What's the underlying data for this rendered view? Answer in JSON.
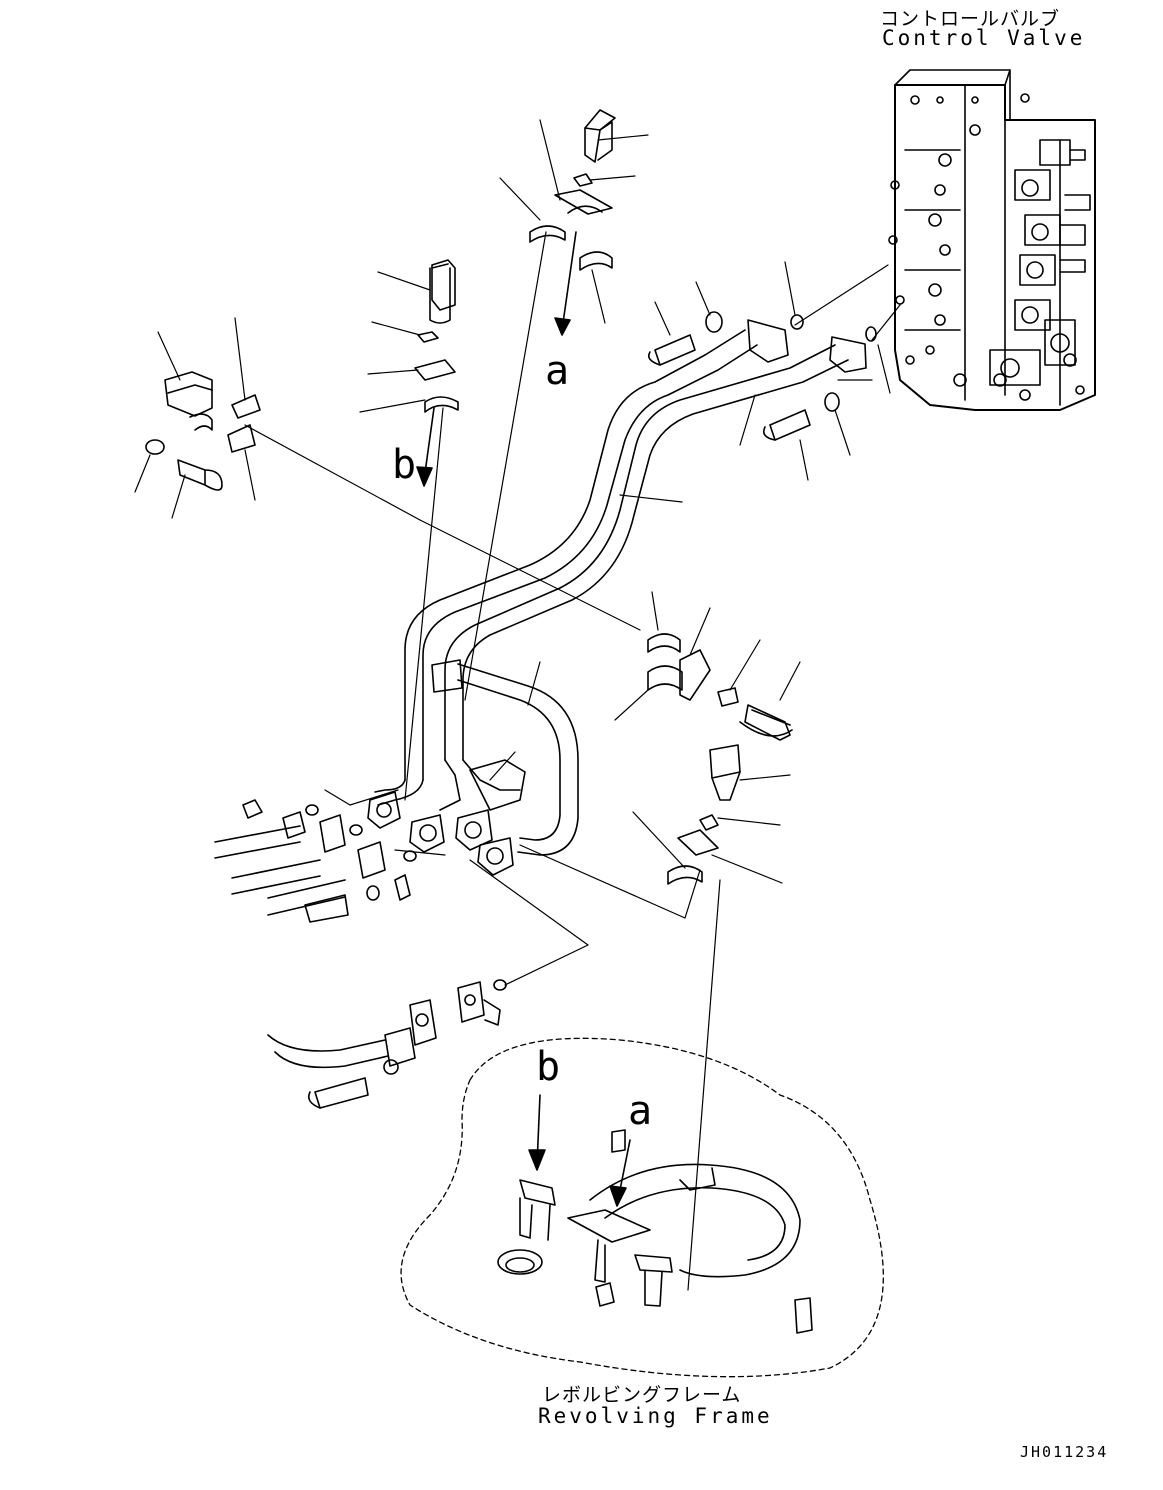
{
  "labels": {
    "control_valve_jp": "コントロールバルブ",
    "control_valve_en": "Control Valve",
    "revolving_frame_jp": "レボルビングフレーム",
    "revolving_frame_en": "Revolving Frame",
    "callout_a_top": "a",
    "callout_b_top": "b",
    "callout_a_bottom": "a",
    "callout_b_bottom": "b",
    "drawing_code": "JH011234"
  }
}
